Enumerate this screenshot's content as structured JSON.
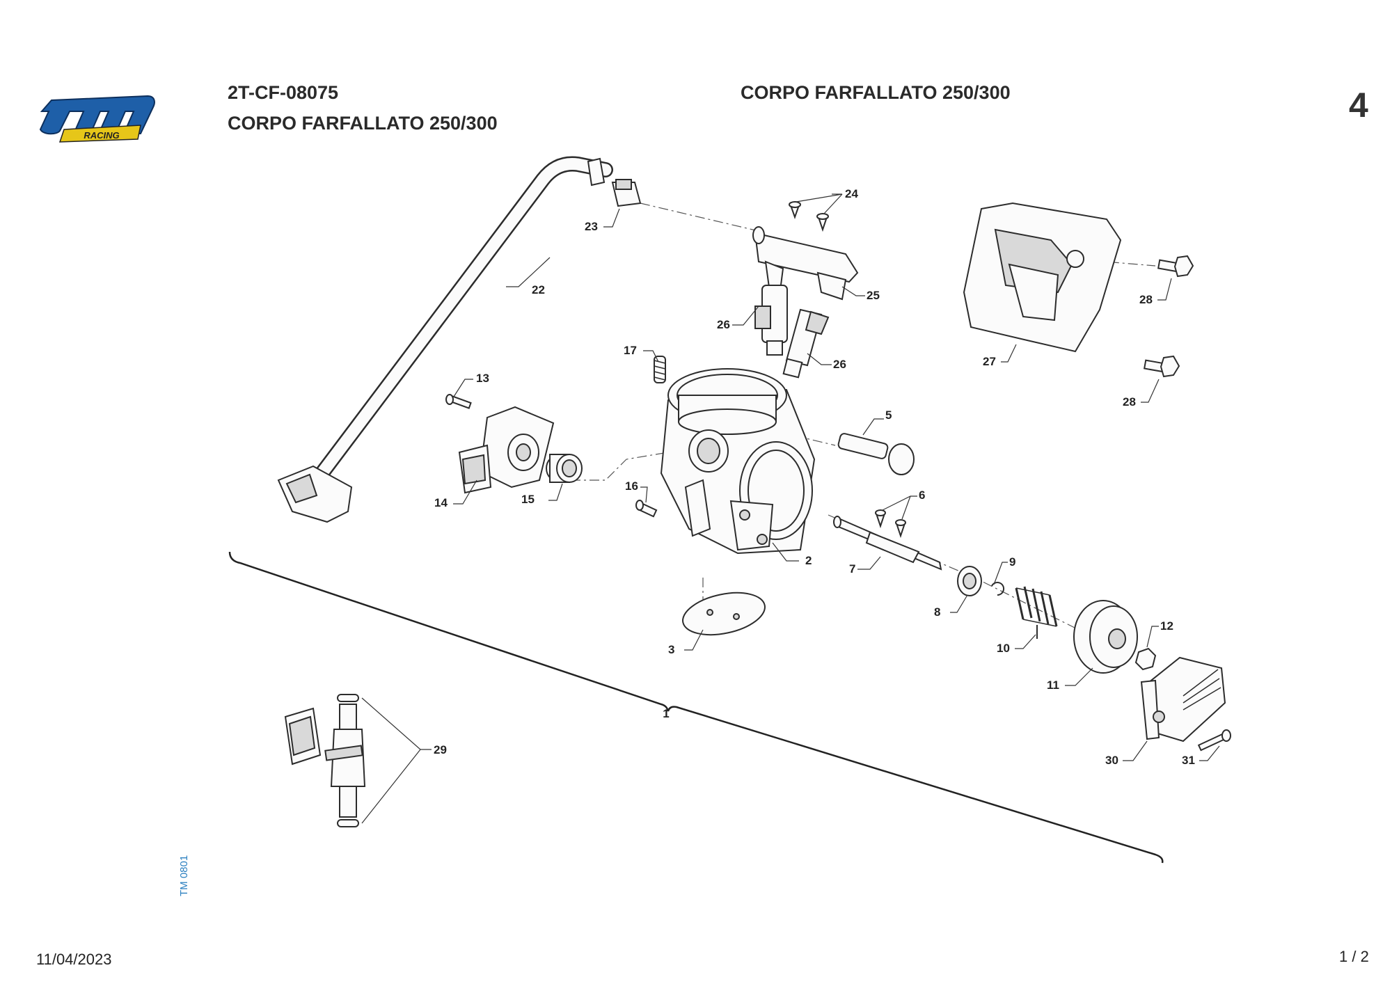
{
  "logo": {
    "brand": "tm",
    "sub": "RACING",
    "brand_color": "#1e5fa8",
    "sub_color": "#e6c619"
  },
  "header": {
    "code": "2T-CF-08075",
    "subtitle": "CORPO FARFALLATO 250/300",
    "center_title": "CORPO FARFALLATO 250/300",
    "page_number": "4"
  },
  "side_code": "TM 0801",
  "footer": {
    "date": "11/04/2023",
    "pagination": "1 / 2"
  },
  "callouts": [
    "1",
    "2",
    "3",
    "5",
    "6",
    "7",
    "8",
    "9",
    "10",
    "11",
    "12",
    "13",
    "14",
    "15",
    "16",
    "17",
    "22",
    "23",
    "24",
    "25",
    "26",
    "26",
    "27",
    "28",
    "28",
    "29",
    "30",
    "31"
  ],
  "colors": {
    "line": "#2c2c2c",
    "doc_code": "#2a7fc0"
  }
}
